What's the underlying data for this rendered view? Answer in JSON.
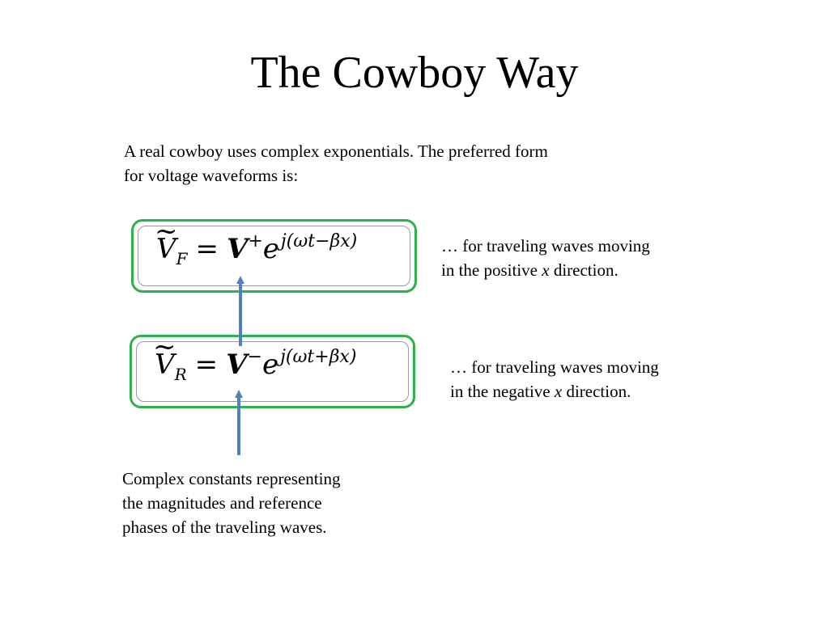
{
  "slide": {
    "title": "The Cowboy Way",
    "intro_line1": "A real cowboy uses complex exponentials.  The preferred form",
    "intro_line2": "for voltage waveforms is:"
  },
  "equation_forward": {
    "tilde": "~",
    "var": "V",
    "subscript": "F",
    "equals": "=",
    "amplitude": "V",
    "amplitude_sign": "+",
    "base": "e",
    "exponent": "j(ωt−βx)"
  },
  "equation_reverse": {
    "tilde": "~",
    "var": "V",
    "subscript": "R",
    "equals": "=",
    "amplitude": "V",
    "amplitude_sign": "−",
    "base": "e",
    "exponent": "j(ωt+βx)"
  },
  "annotation_forward": {
    "line1": "… for traveling waves moving",
    "line2_pre": "in the positive ",
    "line2_var": "x",
    "line2_post": " direction."
  },
  "annotation_reverse": {
    "line1": "… for traveling waves moving",
    "line2_pre": "in the negative ",
    "line2_var": "x",
    "line2_post": " direction."
  },
  "annotation_constants": {
    "line1": "Complex constants representing",
    "line2": "the magnitudes and reference",
    "line3": "phases of the traveling waves."
  },
  "colors": {
    "box_border": "#2fb04a",
    "arrow": "#4f81bd"
  }
}
